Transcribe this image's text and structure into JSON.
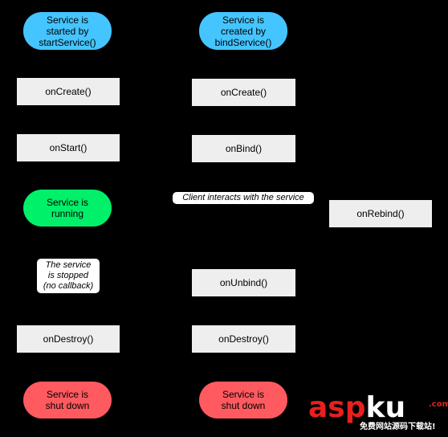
{
  "left_flow": {
    "start": "Service is\nstarted by\nstartService()",
    "on_create": "onCreate()",
    "on_start": "onStart()",
    "running": "Service is\nrunning",
    "stopped_note": "The service\nis stopped\n(no callback)",
    "on_destroy": "onDestroy()",
    "shut_down": "Service is\nshut down"
  },
  "right_flow": {
    "start": "Service is\ncreated by\nbindService()",
    "on_create": "onCreate()",
    "on_bind": "onBind()",
    "client_note": "Client interacts with the service",
    "on_rebind": "onRebind()",
    "on_unbind": "onUnbind()",
    "on_destroy": "onDestroy()",
    "shut_down": "Service is\nshut down"
  },
  "watermark": {
    "brand_red": "asp",
    "brand_white": "ku",
    "dotcom": ".com",
    "tagline": "免费网站源码下载站!"
  },
  "colors": {
    "background": "#000000",
    "start_node": "#45c5ff",
    "running_node": "#00f06a",
    "shutdown_node": "#ff5a5f",
    "callback_box": "#eeeeee"
  }
}
